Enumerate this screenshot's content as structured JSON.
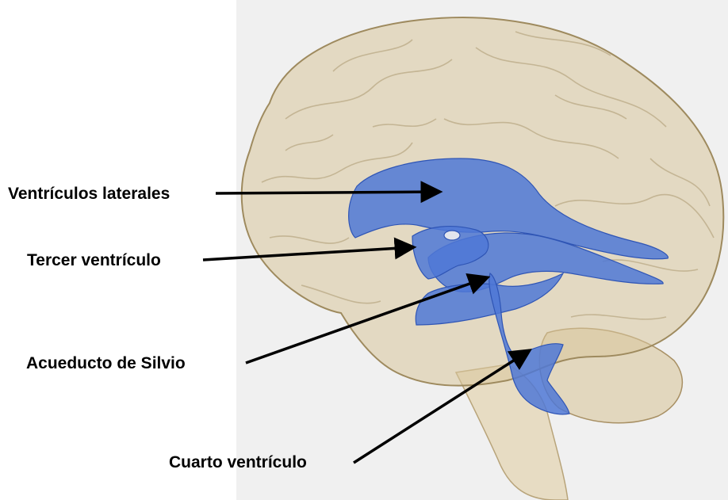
{
  "labels": {
    "lateral_ventricles": "Ventrículos laterales",
    "third_ventricle": "Tercer ventrículo",
    "aqueduct": "Acueducto de Silvio",
    "fourth_ventricle": "Cuarto ventrículo"
  },
  "colors": {
    "background": "#ffffff",
    "backdrop": "#f0f0f0",
    "brain_fill": "#d8c79c",
    "brain_stroke": "#9e8a5e",
    "ventricle_fill": "#4f78d6",
    "ventricle_stroke": "#2f55b5",
    "arrow": "#000000"
  }
}
